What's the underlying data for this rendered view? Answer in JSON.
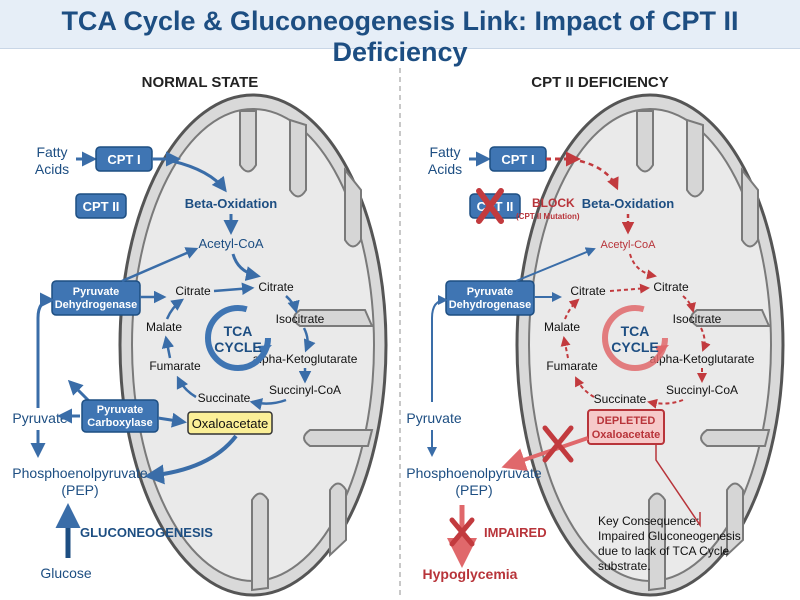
{
  "title": "TCA Cycle & Gluconeogenesis Link: Impact of CPT II Deficiency",
  "colors": {
    "blue_dark": "#1d4e82",
    "blue_box": "#3f75b3",
    "red_dark": "#b8343a",
    "red_light": "#e0686b",
    "mito_fill": "#dcdcdc",
    "oaa_fill": "#fbef97",
    "depleted_fill": "#f6c9c9"
  },
  "left": {
    "heading": "NORMAL STATE",
    "fatty_acids": [
      "Fatty",
      "Acids"
    ],
    "cpt1": "CPT I",
    "cpt2": "CPT II",
    "beta_oxidation": "Beta-Oxidation",
    "acetyl_coa": "Acetyl-CoA",
    "pyruvate_dehydrogenase": [
      "Pyruvate",
      "Dehydrogenase"
    ],
    "citrate_left": "Citrate",
    "citrate_right": "Citrate",
    "malate": "Malate",
    "isocitrate": "Isocitrate",
    "tca": [
      "TCA",
      "CYCLE"
    ],
    "akg": "alpha-Ketoglutarate",
    "fumarate": "Fumarate",
    "succinyl_coa": "Succinyl-CoA",
    "succinate": "Succinate",
    "pyruvate": "Pyruvate",
    "pyruvate_carboxylase": [
      "Pyruvate",
      "Carboxylase"
    ],
    "oxaloacetate": "Oxaloacetate",
    "pep": [
      "Phosphoenolpyruvate",
      "(PEP)"
    ],
    "gluconeogenesis": "GLUCONEOGENESIS",
    "glucose": "Glucose"
  },
  "right": {
    "heading": "CPT II DEFICIENCY",
    "fatty_acids": [
      "Fatty",
      "Acids"
    ],
    "cpt1": "CPT I",
    "cpt2": "CPT II",
    "block": "BLOCK",
    "block_note": "(CPT II Mutation)",
    "beta_oxidation": "Beta-Oxidation",
    "acetyl_coa": "Acetyl-CoA",
    "pyruvate_dehydrogenase": [
      "Pyruvate",
      "Dehydrogenase"
    ],
    "citrate_left": "Citrate",
    "citrate_right": "Citrate",
    "malate": "Malate",
    "isocitrate": "Isocitrate",
    "tca": [
      "TCA",
      "CYCLE"
    ],
    "akg": "alpha-Ketoglutarate",
    "fumarate": "Fumarate",
    "succinyl_coa": "Succinyl-CoA",
    "succinate": "Succinate",
    "pyruvate": "Pyruvate",
    "depleted": [
      "DEPLETED",
      "Oxaloacetate"
    ],
    "pep": [
      "Phosphoenolpyruvate",
      "(PEP)"
    ],
    "impaired": "IMPAIRED",
    "hypoglycemia": "Hypoglycemia",
    "key_consequence": [
      "Key Consequence:",
      "Impaired Gluconeogenesis",
      "due to lack of TCA Cycle",
      "substrate."
    ]
  }
}
